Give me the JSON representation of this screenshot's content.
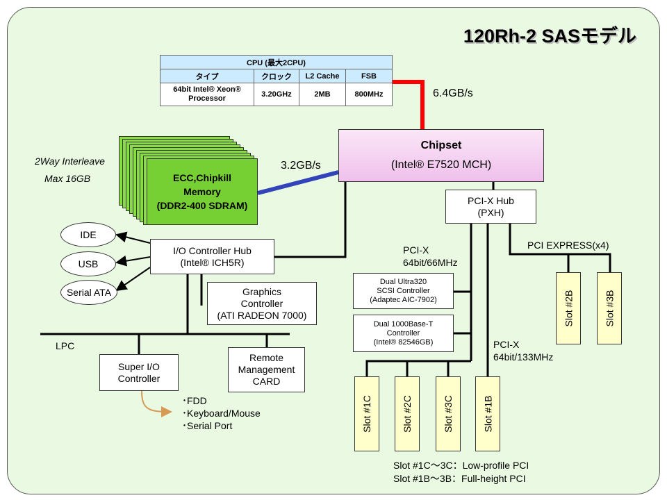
{
  "title": "120Rh-2 SASモデル",
  "cpu_table": {
    "header": "CPU (最大2CPU)",
    "columns": [
      "タイプ",
      "クロック",
      "L2 Cache",
      "FSB"
    ],
    "row": [
      "64bit Intel® Xeon® Processor",
      "3.20GHz",
      "2MB",
      "800MHz"
    ]
  },
  "bandwidth": {
    "cpu_bus": "6.4GB/s",
    "memory_bus": "3.2GB/s"
  },
  "memory": {
    "note_line1": "2Way Interleave",
    "note_line2": "Max 16GB",
    "line1": "ECC,Chipkill",
    "line2": "Memory",
    "line3": "(DDR2-400 SDRAM)"
  },
  "chipset": {
    "line1": "Chipset",
    "line2": "(Intel® E7520 MCH)"
  },
  "pxh": {
    "line1": "PCI-X Hub",
    "line2": "(PXH)"
  },
  "ich": {
    "line1": "I/O Controller Hub",
    "line2": "(Intel® ICH5R)"
  },
  "ports": [
    "IDE",
    "USB",
    "Serial ATA"
  ],
  "graphics": {
    "line1": "Graphics",
    "line2": "Controller",
    "line3": "(ATI RADEON 7000)"
  },
  "lpc_label": "LPC",
  "superio": {
    "line1": "Super I/O",
    "line2": "Controller"
  },
  "remote": {
    "line1": "Remote",
    "line2": "Management",
    "line3": "CARD"
  },
  "superio_items": [
    "･FDD",
    "･Keyboard/Mouse",
    "･Serial Port"
  ],
  "pcix_66": {
    "line1": "PCI-X",
    "line2": "64bit/66MHz"
  },
  "pcix_133": {
    "line1": "PCI-X",
    "line2": "64bit/133MHz"
  },
  "pcie_label": "PCI EXPRESS(x4)",
  "scsi": {
    "line1": "Dual Ultra320",
    "line2": "SCSI Controller",
    "line3": "(Adaptec AIC-7902)"
  },
  "nic": {
    "line1": "Dual 1000Base-T",
    "line2": "Controller",
    "line3": "(Intel® 82546GB)"
  },
  "slots": {
    "s1c": "Slot #1C",
    "s2c": "Slot #2C",
    "s3c": "Slot #3C",
    "s1b": "Slot #1B",
    "s2b": "Slot #2B",
    "s3b": "Slot #3B"
  },
  "footnotes": [
    "Slot #1C～3C：Low-profile PCI",
    "Slot #1B～3B：Full-height PCI"
  ],
  "colors": {
    "panel": "#eaf9e2",
    "cpu_link": "#ff0000",
    "mem_link": "#3344bb",
    "memory": "#77d033",
    "slot": "#ffffcc",
    "table_header": "#ccebff"
  }
}
